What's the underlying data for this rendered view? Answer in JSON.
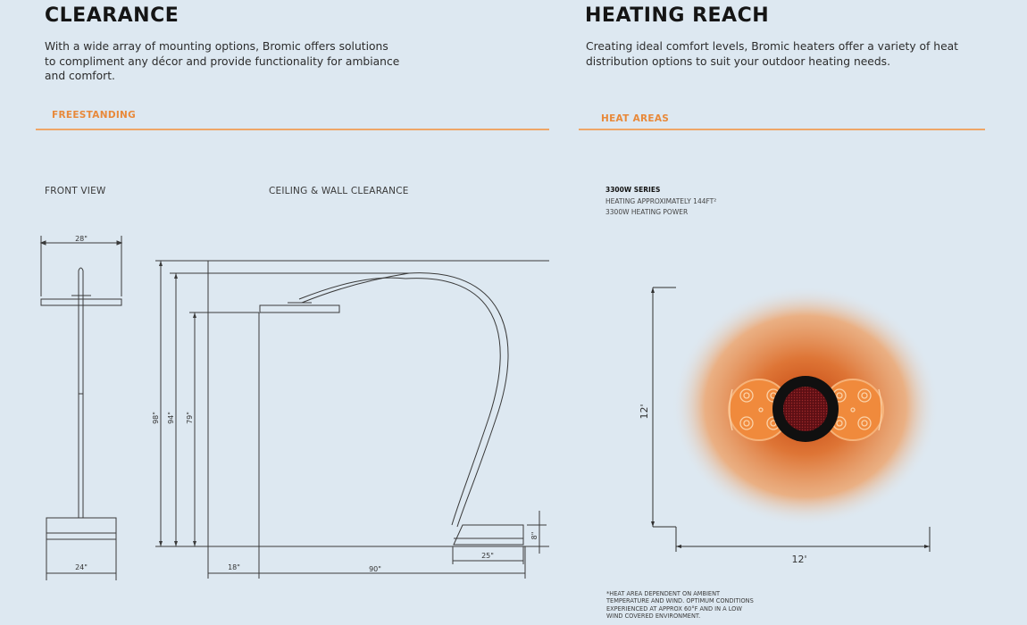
{
  "clearance": {
    "title": "CLEARANCE",
    "intro_lines": [
      "With a wide array of mounting options, Bromic offers solutions",
      "to compliment any décor and provide functionality for ambiance",
      "and comfort."
    ],
    "section_tag": "FREESTANDING",
    "front_view_label": "FRONT VIEW",
    "ceiling_label": "CEILING & WALL CLEARANCE",
    "dims": {
      "top_width": "28\"",
      "base_width": "24\"",
      "h_total": "98\"",
      "h_arm": "94\"",
      "h_head": "79\"",
      "offset_wall": "18\"",
      "reach": "90\"",
      "base_depth": "25\"",
      "base_height": "8\""
    }
  },
  "heating": {
    "title": "HEATING REACH",
    "intro_lines": [
      "Creating ideal comfort levels, Bromic heaters offer a variety of heat",
      "distribution options to suit your outdoor heating needs."
    ],
    "section_tag": "HEAT AREAS",
    "series_title": "3300W SERIES",
    "series_lines": [
      "HEATING APPROXIMATELY 144FT²",
      "3300W HEATING POWER"
    ],
    "dim_height": "12'",
    "dim_width": "12'",
    "note_lines": [
      "*HEAT AREA DEPENDENT ON AMBIENT",
      "TEMPERATURE AND WIND. OPTIMUM CONDITIONS",
      "EXPERIENCED AT APPROX 60°F AND IN A LOW",
      "WIND COVERED ENVIRONMENT."
    ]
  },
  "colors": {
    "background": "#dde8f1",
    "accent": "#e8893a",
    "line": "#3a3a3a",
    "heat_core": "#c2410c"
  }
}
